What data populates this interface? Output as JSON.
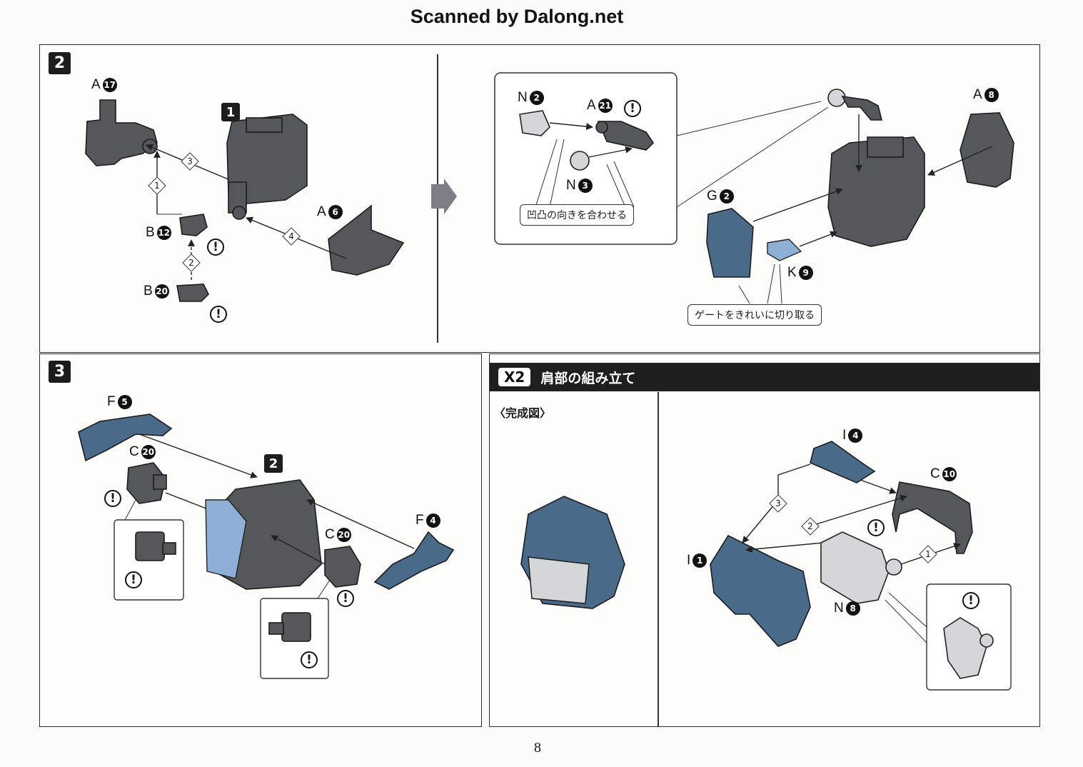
{
  "watermark": "Scanned by Dalong.net",
  "page_number": "8",
  "step2": {
    "badge": "2",
    "ref_badge": "1",
    "labels": [
      {
        "letter": "A",
        "num": "17"
      },
      {
        "letter": "B",
        "num": "12"
      },
      {
        "letter": "B",
        "num": "20"
      },
      {
        "letter": "A",
        "num": "6"
      }
    ],
    "order": [
      "1",
      "2",
      "3",
      "4"
    ]
  },
  "step2b": {
    "labels": [
      {
        "letter": "N",
        "num": "2"
      },
      {
        "letter": "A",
        "num": "21"
      },
      {
        "letter": "N",
        "num": "3"
      },
      {
        "letter": "A",
        "num": "8"
      },
      {
        "letter": "G",
        "num": "2"
      },
      {
        "letter": "K",
        "num": "9"
      }
    ],
    "callout_align": "凹凸の向きを合わせる",
    "callout_gate": "ゲートをきれいに切り取る"
  },
  "step3": {
    "badge": "3",
    "ref_badge": "2",
    "labels": [
      {
        "letter": "F",
        "num": "5"
      },
      {
        "letter": "C",
        "num": "20"
      },
      {
        "letter": "C",
        "num": "20"
      },
      {
        "letter": "F",
        "num": "4"
      }
    ]
  },
  "shoulder": {
    "times": "X2",
    "title": "肩部の組み立て",
    "complete_label": "〈完成図〉",
    "labels": [
      {
        "letter": "I",
        "num": "4"
      },
      {
        "letter": "C",
        "num": "10"
      },
      {
        "letter": "I",
        "num": "1"
      },
      {
        "letter": "N",
        "num": "8"
      }
    ],
    "order": [
      "1",
      "2",
      "3"
    ]
  },
  "warning_symbol": "!"
}
